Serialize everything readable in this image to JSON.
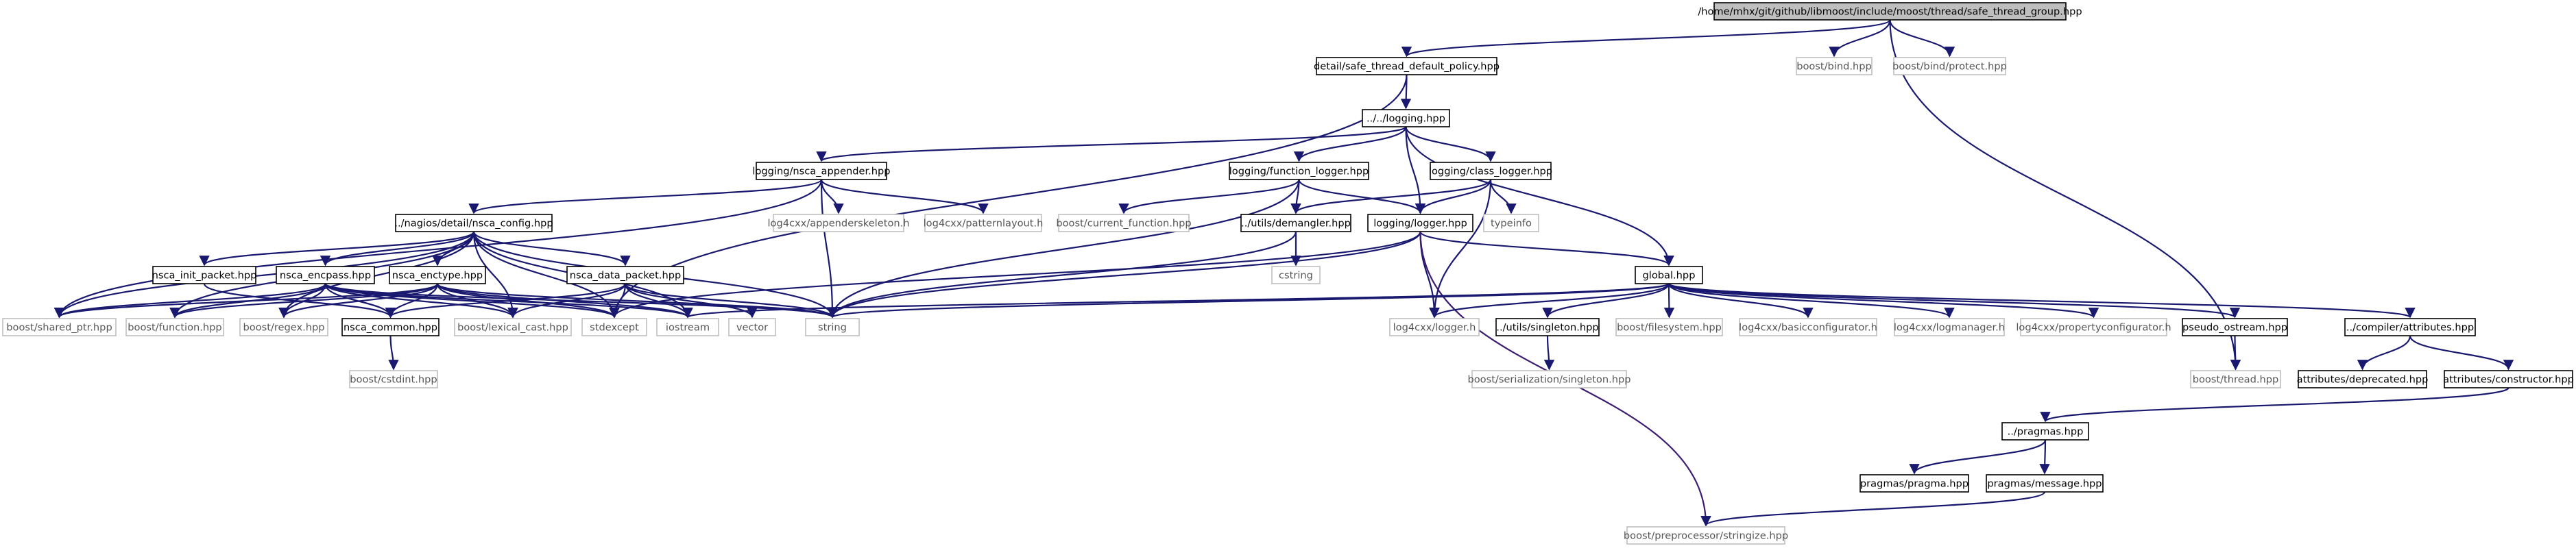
{
  "colors": {
    "edge": "#191970",
    "edge_alt": "#3d1c70",
    "root_fill": "#bfbfbf",
    "node_border": "#000000",
    "external_border": "#bfbfbf",
    "external_text": "#555555",
    "background": "#ffffff"
  },
  "nodes": {
    "root": "/home/mhx/git/github/libmoost/include/moost/thread/safe_thread_group.hpp",
    "default_policy": "detail/safe_thread_default_policy.hpp",
    "bind": "boost/bind.hpp",
    "bind_protect": "boost/bind/protect.hpp",
    "logging": "../../logging.hpp",
    "nsca_appender": "logging/nsca_appender.hpp",
    "function_logger": "logging/function_logger.hpp",
    "class_logger": "logging/class_logger.hpp",
    "nsca_config": "../nagios/detail/nsca_config.hpp",
    "appenderskeleton": "log4cxx/appenderskeleton.h",
    "patternlayout": "log4cxx/patternlayout.h",
    "current_function": "boost/current_function.hpp",
    "demangler": "../utils/demangler.hpp",
    "logger": "logging/logger.hpp",
    "typeinfo": "typeinfo",
    "cstring": "cstring",
    "nsca_init_packet": "nsca_init_packet.hpp",
    "nsca_encpass": "nsca_encpass.hpp",
    "nsca_enctype": "nsca_enctype.hpp",
    "nsca_data_packet": "nsca_data_packet.hpp",
    "global": "global.hpp",
    "shared_ptr": "boost/shared_ptr.hpp",
    "function": "boost/function.hpp",
    "regex": "boost/regex.hpp",
    "nsca_common": "nsca_common.hpp",
    "lexical_cast": "boost/lexical_cast.hpp",
    "stdexcept": "stdexcept",
    "iostream": "iostream",
    "vector": "vector",
    "string": "string",
    "log4cxx_logger": "log4cxx/logger.h",
    "singleton": "../utils/singleton.hpp",
    "filesystem": "boost/filesystem.hpp",
    "basicconfigurator": "log4cxx/basicconfigurator.h",
    "logmanager": "log4cxx/logmanager.h",
    "propertyconfigurator": "log4cxx/propertyconfigurator.h",
    "pseudo_ostream": "pseudo_ostream.hpp",
    "compiler_attributes": "../compiler/attributes.hpp",
    "cstdint": "boost/cstdint.hpp",
    "serialization_singleton": "boost/serialization/singleton.hpp",
    "boost_thread": "boost/thread.hpp",
    "attr_deprecated": "attributes/deprecated.hpp",
    "attr_constructor": "attributes/constructor.hpp",
    "pragmas": "../pragmas.hpp",
    "pragma": "pragmas/pragma.hpp",
    "message": "pragmas/message.hpp",
    "stringize": "boost/preprocessor/stringize.hpp"
  }
}
